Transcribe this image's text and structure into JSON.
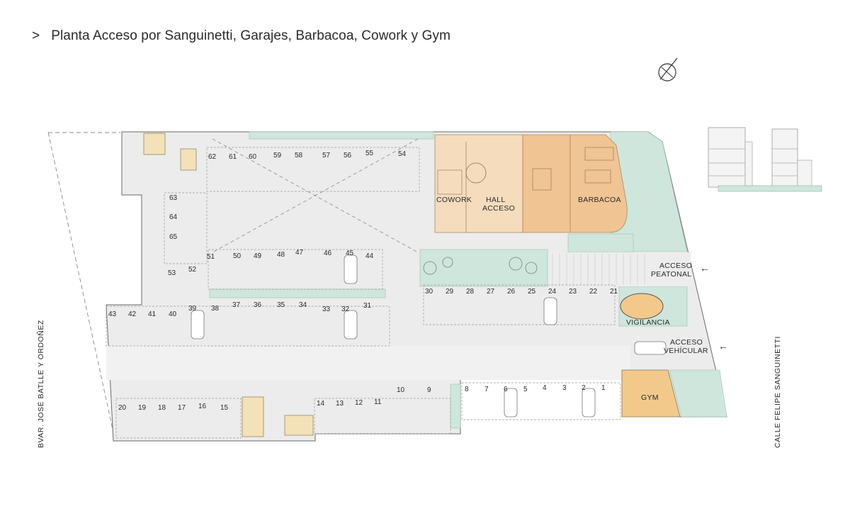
{
  "header": {
    "chevron": ">",
    "title": "Planta Acceso por Sanguinetti, Garajes, Barbacoa, Cowork y Gym"
  },
  "streets": {
    "left": "BVAR. JOSÉ BATLLE Y ORDOÑEZ",
    "right": "CALLE FELIPE SANGUINETTI"
  },
  "rooms": {
    "cowork": "COWORK",
    "hall_1": "HALL",
    "hall_2": "ACCESO",
    "barbacoa": "BARBACOA",
    "vigilancia": "VIGILANCIA",
    "gym": "GYM",
    "acceso_peatonal_1": "ACCESO",
    "acceso_peatonal_2": "PEATONAL",
    "acceso_vehicular_1": "ACCESO",
    "acceso_vehicular_2": "VEHÍCULAR"
  },
  "arrows": {
    "peatonal": "←",
    "vehicular": "←"
  },
  "compass": "north-compass-icon",
  "parking_labels": [
    "1",
    "2",
    "3",
    "4",
    "5",
    "6",
    "7",
    "8",
    "9",
    "10",
    "11",
    "12",
    "13",
    "14",
    "15",
    "16",
    "17",
    "18",
    "19",
    "20",
    "21",
    "22",
    "23",
    "24",
    "25",
    "26",
    "27",
    "28",
    "29",
    "30",
    "31",
    "32",
    "33",
    "34",
    "35",
    "36",
    "37",
    "38",
    "39",
    "40",
    "41",
    "42",
    "43",
    "44",
    "45",
    "46",
    "47",
    "48",
    "49",
    "50",
    "51",
    "52",
    "53",
    "54",
    "55",
    "56",
    "57",
    "58",
    "59",
    "60",
    "61",
    "62",
    "63",
    "64",
    "65"
  ],
  "colors": {
    "amenity": "#f0c493",
    "amenity_light": "#f5dcbd",
    "green": "#cfe6dc",
    "gym": "#f2c98a",
    "floor": "#ececec",
    "line": "#555555"
  }
}
